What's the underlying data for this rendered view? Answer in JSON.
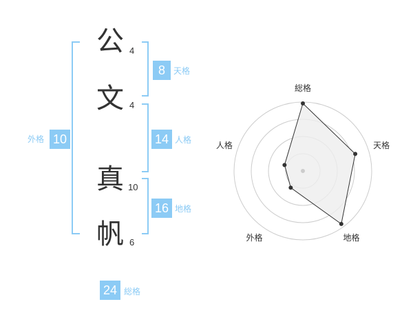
{
  "name": {
    "characters": [
      {
        "char": "公",
        "strokes": "4"
      },
      {
        "char": "文",
        "strokes": "4"
      },
      {
        "char": "真",
        "strokes": "10"
      },
      {
        "char": "帆",
        "strokes": "6"
      }
    ]
  },
  "scores": {
    "tenkaku": {
      "label": "天格",
      "value": "8"
    },
    "jinkaku": {
      "label": "人格",
      "value": "14"
    },
    "chikaku": {
      "label": "地格",
      "value": "16"
    },
    "gaikaku": {
      "label": "外格",
      "value": "10"
    },
    "soukaku": {
      "label": "総格",
      "value": "24"
    }
  },
  "colors": {
    "accent": "#8ccbf5",
    "text": "#333333",
    "radar_fill": "#eeeeee",
    "radar_ring": "#cccccc"
  },
  "chart_data": {
    "type": "radar",
    "axes": [
      "総格",
      "天格",
      "地格",
      "外格",
      "人格"
    ],
    "values": [
      0.98,
      0.8,
      0.95,
      0.3,
      0.28
    ],
    "scale_max": 1,
    "rings": 4
  }
}
